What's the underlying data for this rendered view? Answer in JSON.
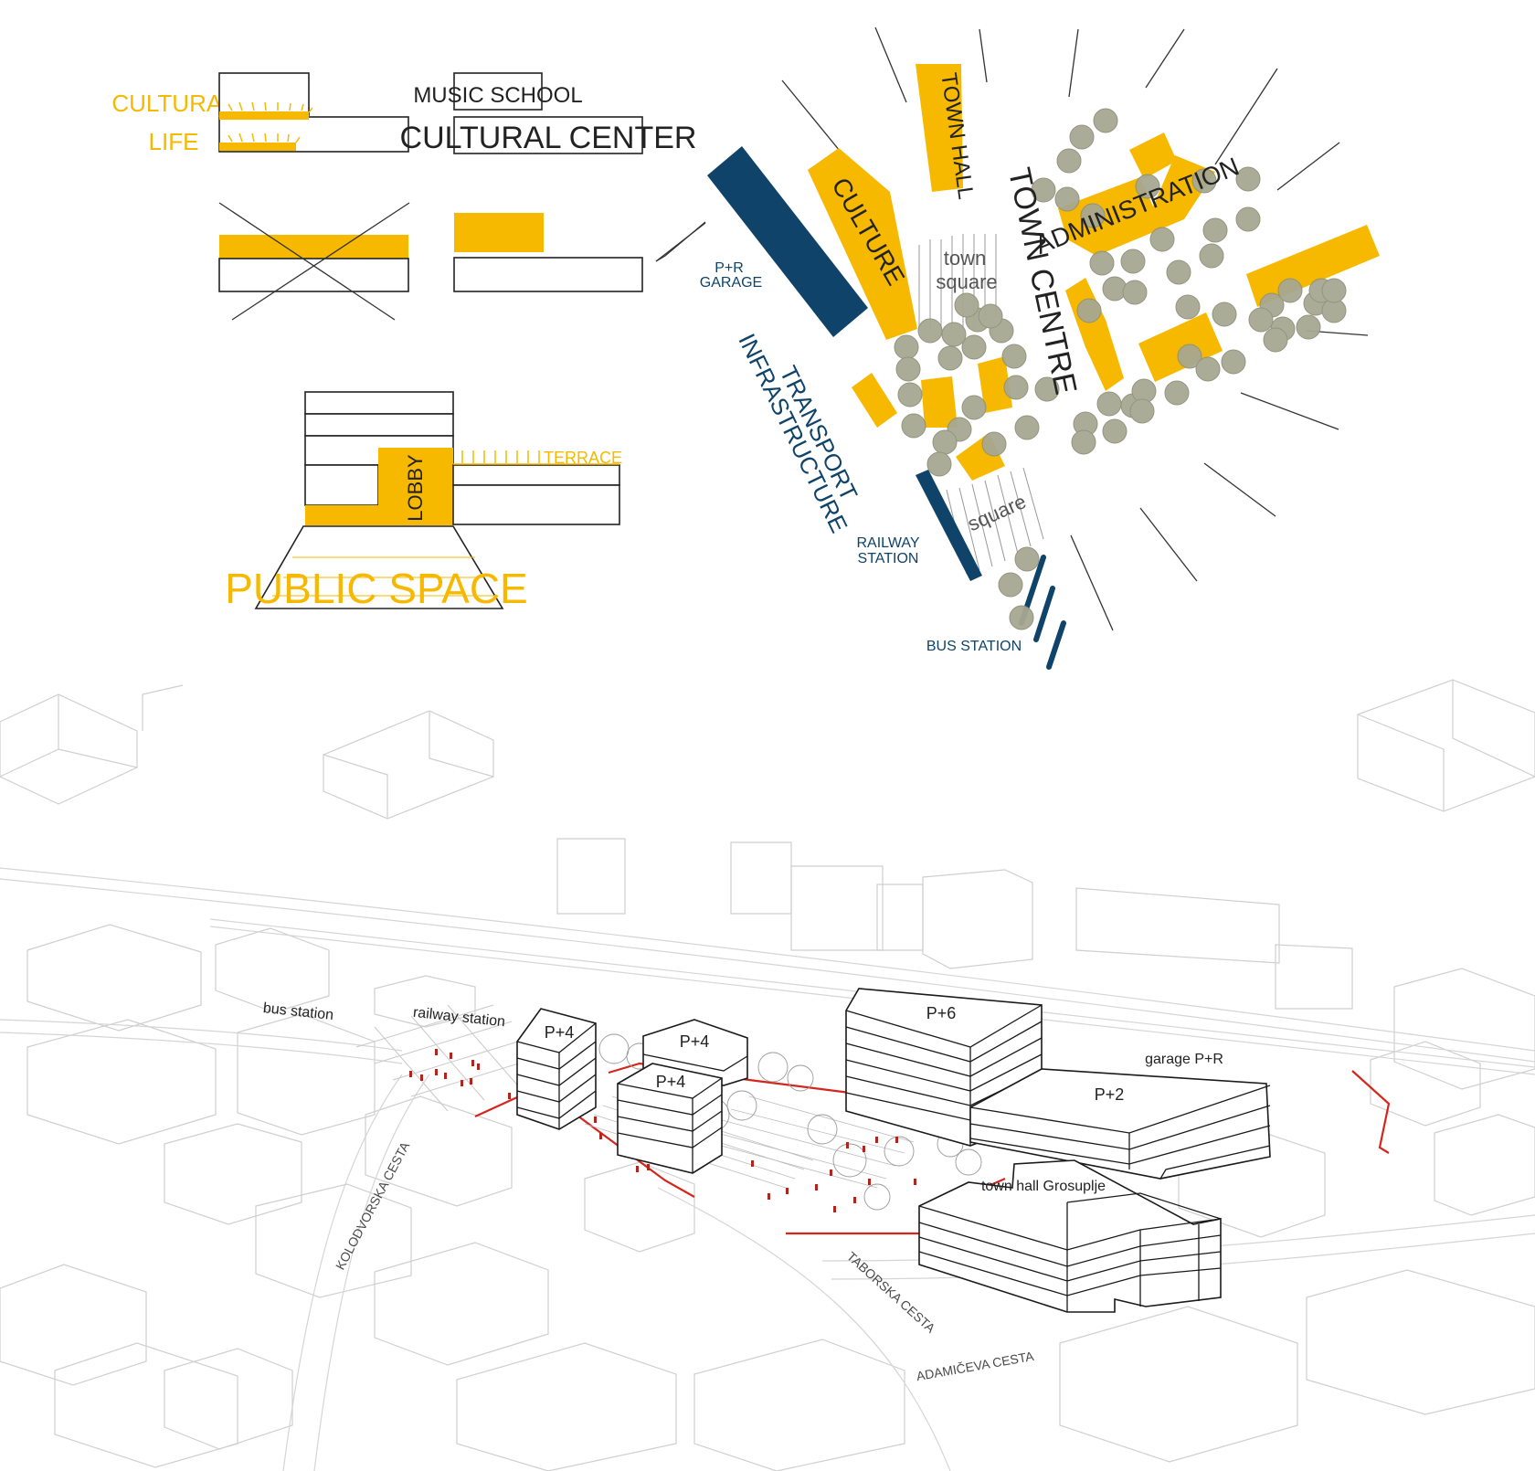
{
  "concept": {
    "cultural_life": [
      "CULTURAL",
      "LIFE"
    ],
    "music_school": "MUSIC SCHOOL",
    "cultural_center": "CULTURAL CENTER",
    "terrace": "TERRACE",
    "lobby": "LOBBY",
    "public_space": "PUBLIC SPACE"
  },
  "urban_diagram": {
    "town_hall": "TOWN HALL",
    "culture": "CULTURE",
    "administration": "ADMINISTRATION",
    "town_centre": "TOWN CENTRE",
    "town_square": [
      "town",
      "square"
    ],
    "square": "square",
    "pr_garage": [
      "P+R",
      "GARAGE"
    ],
    "transport_infrastructure": [
      "TRANSPORT",
      "INFRASTRUCTURE"
    ],
    "railway_station": [
      "RAILWAY",
      "STATION"
    ],
    "bus_station": "BUS STATION"
  },
  "axonometric": {
    "bus_station": "bus station",
    "railway_station": "railway station",
    "p4_a": "P+4",
    "p4_b": "P+4",
    "p4_c": "P+4",
    "p6": "P+6",
    "p2": "P+2",
    "garage": "garage P+R",
    "town_hall": "town hall Grosuplje",
    "kolodvorska": "KOLODVORSKA CESTA",
    "taborska": "TABORSKA CESTA",
    "adamiceva": "ADAMIČEVA CESTA"
  },
  "colors": {
    "yellow": "#f6b900",
    "navy": "#0f4369",
    "tree": "#a7a892",
    "plot_outline": "#d4261c"
  }
}
